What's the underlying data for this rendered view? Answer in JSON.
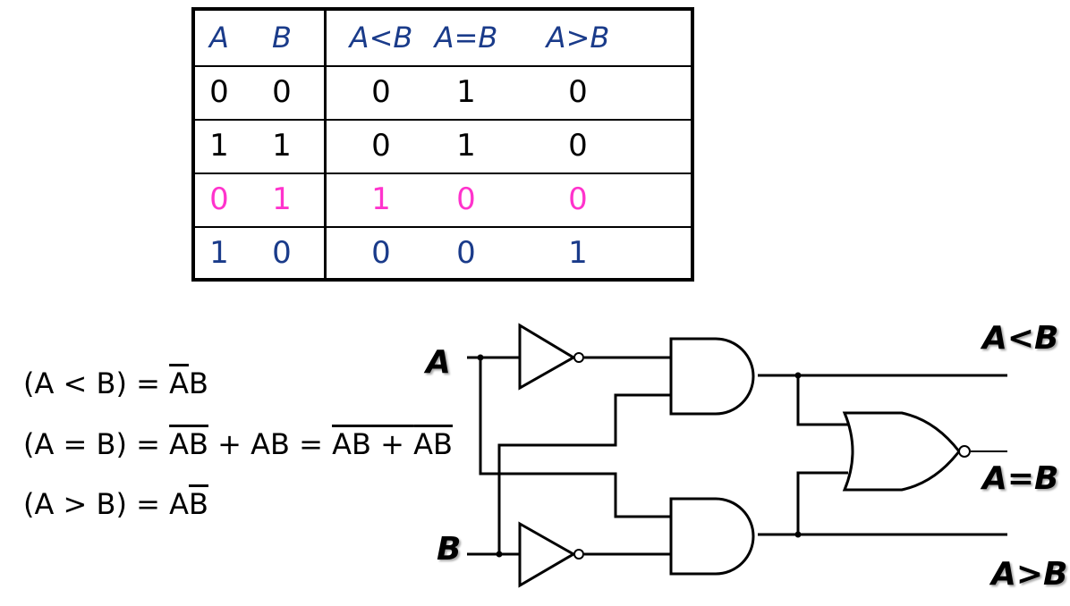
{
  "truth_table": {
    "headers": [
      "A",
      "B",
      "A<B",
      "A=B",
      "A>B"
    ],
    "header_color": "#1a3b8a",
    "rows": [
      {
        "values": [
          "0",
          "0",
          "0",
          "1",
          "0"
        ],
        "color": "#000000"
      },
      {
        "values": [
          "1",
          "1",
          "0",
          "1",
          "0"
        ],
        "color": "#000000"
      },
      {
        "values": [
          "0",
          "1",
          "1",
          "0",
          "0"
        ],
        "color": "#ff33cc"
      },
      {
        "values": [
          "1",
          "0",
          "0",
          "0",
          "1"
        ],
        "color": "#1a3b8a"
      }
    ]
  },
  "equations": {
    "lt": {
      "lhs": "(A < B) = ",
      "terms": [
        {
          "t": "A",
          "bar": true
        },
        {
          "t": "B",
          "bar": false
        }
      ]
    },
    "eq": {
      "lhs": "(A = B) = ",
      "part1": [
        {
          "t": "A",
          "bar": true
        },
        {
          "t": "B",
          "bar": true
        }
      ],
      "plus1": " + ",
      "part2": "AB",
      "eqsign": " = ",
      "part3": [
        {
          "t": "A",
          "bar": true
        },
        {
          "t": "B",
          "bar": false
        }
      ],
      "plus2": " + ",
      "part4": [
        {
          "t": "A",
          "bar": false
        },
        {
          "t": "B",
          "bar": true
        }
      ]
    },
    "gt": {
      "lhs": "(A > B) = ",
      "terms": [
        {
          "t": "A",
          "bar": false
        },
        {
          "t": "B",
          "bar": true
        }
      ]
    }
  },
  "circuit": {
    "input_a": "A",
    "input_b": "B",
    "output_lt": "A<B",
    "output_eq": "A=B",
    "output_gt": "A>B",
    "gates": [
      "NOT",
      "NOT",
      "AND",
      "AND",
      "NOR"
    ]
  }
}
